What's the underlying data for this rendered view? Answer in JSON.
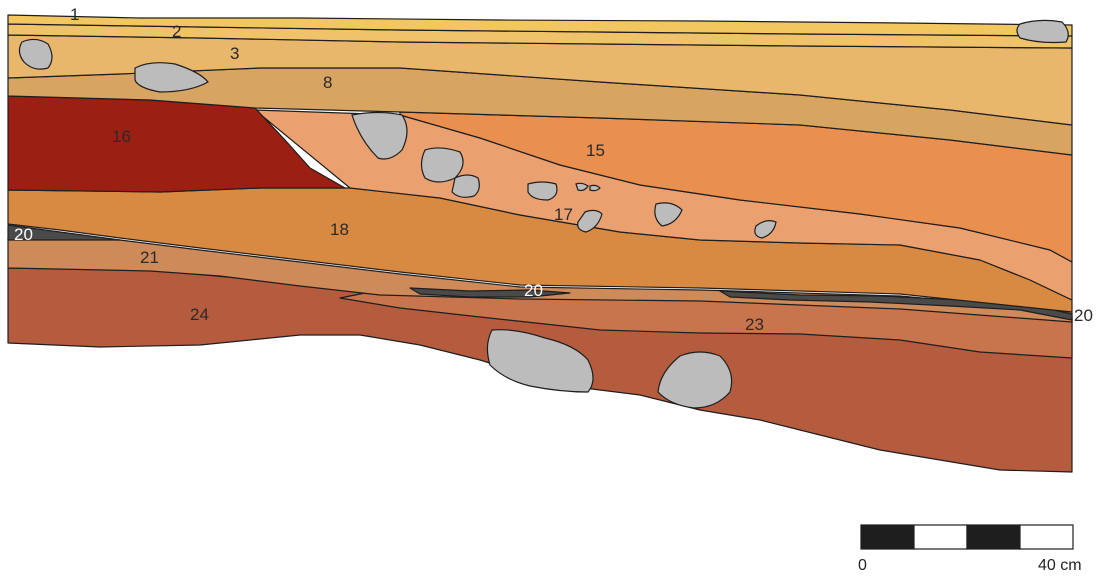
{
  "colors": {
    "layer_1": "#f3c75f",
    "layer_2": "#f0c36a",
    "layer_3": "#e9b76c",
    "layer_8": "#d8a461",
    "layer_15": "#e98f4f",
    "layer_16": "#9b1f12",
    "layer_17": "#eba16f",
    "layer_18": "#d88a43",
    "layer_20": "#4a4a4a",
    "layer_21": "#cf8a5a",
    "layer_23": "#c8744d",
    "layer_24": "#b55c3f",
    "stone": "#bcbcbc",
    "scale_dark": "#1e1e1e",
    "scale_light": "#ffffff"
  },
  "labels": {
    "l1": "1",
    "l2": "2",
    "l3": "3",
    "l8": "8",
    "l15": "15",
    "l16": "16",
    "l17": "17",
    "l18": "18",
    "l20_left": "20",
    "l20_mid": "20",
    "l20_right": "20",
    "l21": "21",
    "l23": "23",
    "l24": "24"
  },
  "scale_bar": {
    "start_label": "0",
    "end_label": "40 cm"
  }
}
